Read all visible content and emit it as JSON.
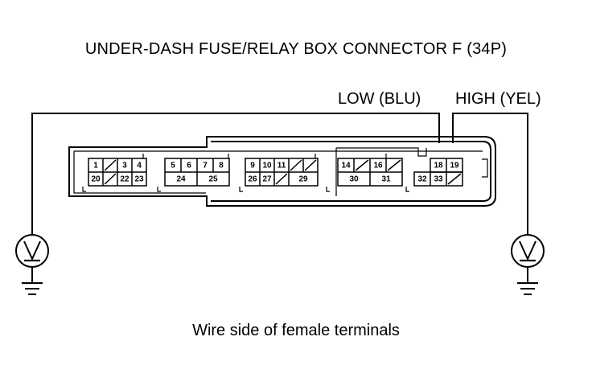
{
  "title": "UNDER-DASH FUSE/RELAY BOX CONNECTOR F (34P)",
  "labels": {
    "low": "LOW (BLU)",
    "high": "HIGH (YEL)"
  },
  "caption": "Wire side of female terminals",
  "terminals": {
    "t1": "1",
    "t3": "3",
    "t4": "4",
    "t20": "20",
    "t22": "22",
    "t23": "23",
    "t5": "5",
    "t6": "6",
    "t7": "7",
    "t8": "8",
    "t24": "24",
    "t25": "25",
    "t9": "9",
    "t10": "10",
    "t11": "11",
    "t26": "26",
    "t27": "27",
    "t29": "29",
    "t14": "14",
    "t16": "16",
    "t30": "30",
    "t31": "31",
    "t18": "18",
    "t19": "19",
    "t32": "32",
    "t33": "33"
  },
  "icons": {
    "left_meter": "voltmeter-icon",
    "right_meter": "voltmeter-icon",
    "left_ground": "ground-icon",
    "right_ground": "ground-icon"
  }
}
